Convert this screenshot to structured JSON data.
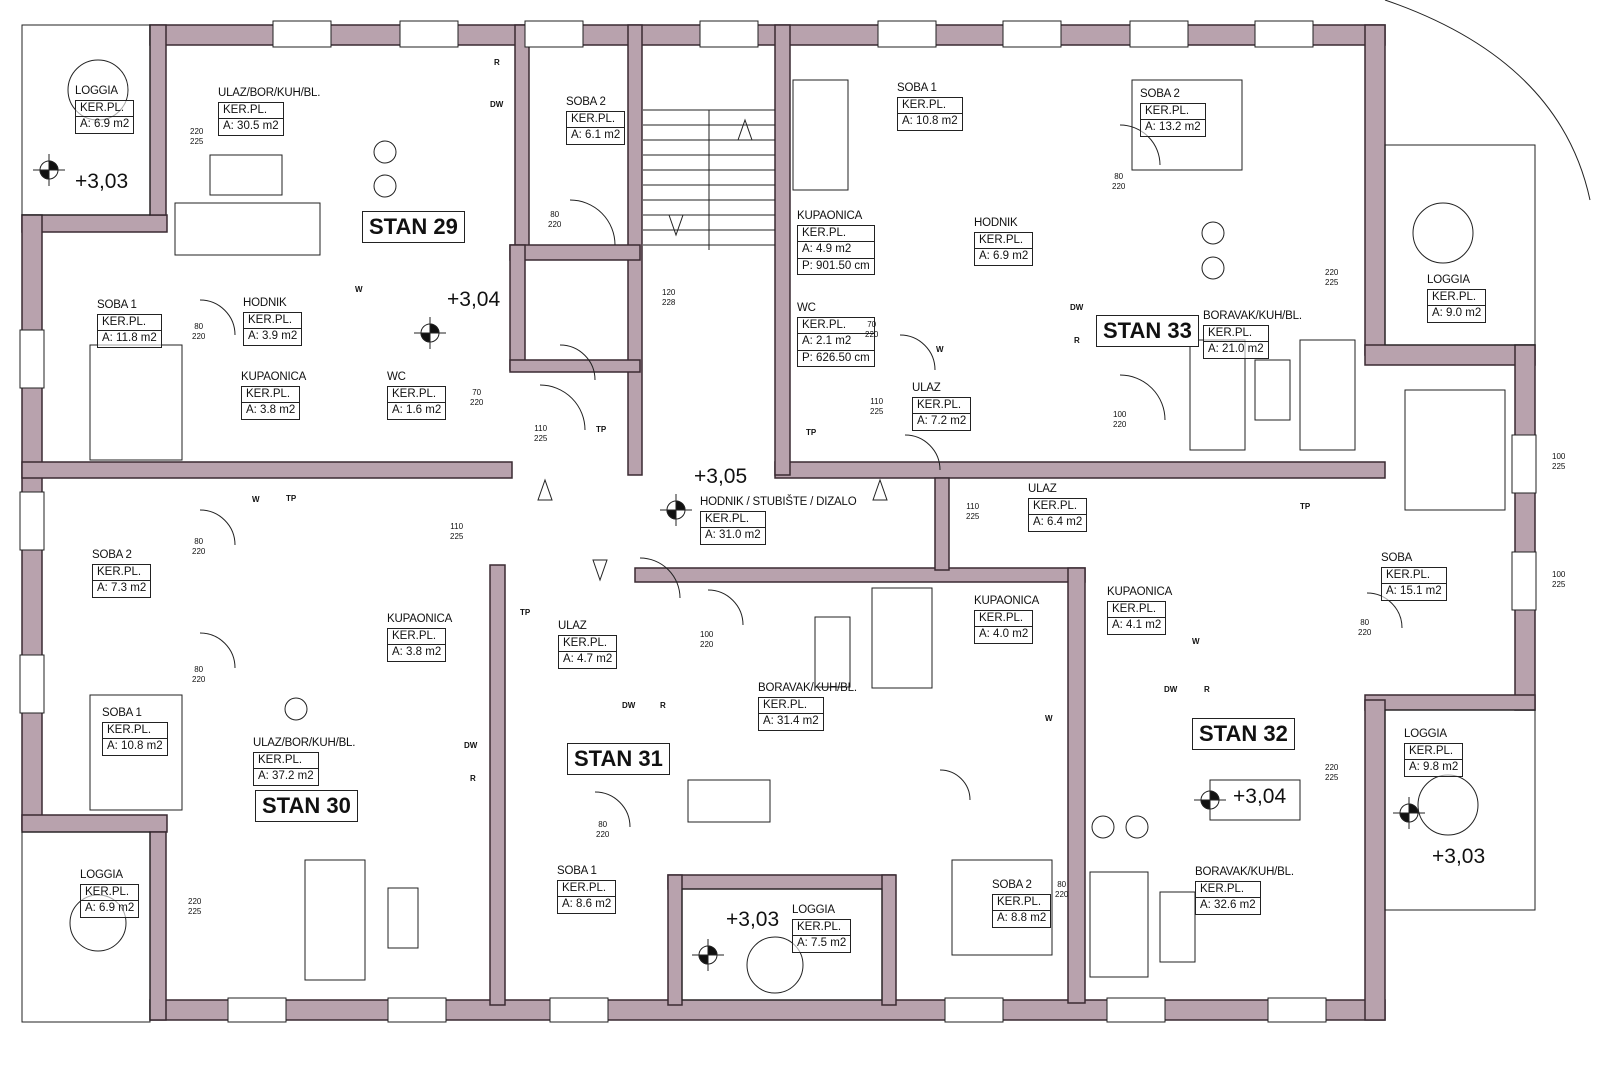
{
  "apartments": [
    {
      "id": "stan-29",
      "title": "STAN 29"
    },
    {
      "id": "stan-33",
      "title": "STAN 33"
    },
    {
      "id": "stan-30",
      "title": "STAN 30"
    },
    {
      "id": "stan-31",
      "title": "STAN 31"
    },
    {
      "id": "stan-32",
      "title": "STAN 32"
    }
  ],
  "rooms": [
    {
      "id": "r29-loggia",
      "name": "LOGGIA",
      "finish": "KER.PL.",
      "area": "A: 6.9 m2"
    },
    {
      "id": "r29-living",
      "name": "ULAZ/BOR/KUH/BL.",
      "finish": "KER.PL.",
      "area": "A: 30.5 m2"
    },
    {
      "id": "r29-soba2",
      "name": "SOBA 2",
      "finish": "KER.PL.",
      "area": "A: 6.1 m2"
    },
    {
      "id": "r29-soba1",
      "name": "SOBA 1",
      "finish": "KER.PL.",
      "area": "A: 11.8 m2"
    },
    {
      "id": "r29-hodnik",
      "name": "HODNIK",
      "finish": "KER.PL.",
      "area": "A: 3.9 m2"
    },
    {
      "id": "r29-kupaonica",
      "name": "KUPAONICA",
      "finish": "KER.PL.",
      "area": "A: 3.8 m2"
    },
    {
      "id": "r29-wc",
      "name": "WC",
      "finish": "KER.PL.",
      "area": "A: 1.6 m2"
    },
    {
      "id": "r33-soba1",
      "name": "SOBA 1",
      "finish": "KER.PL.",
      "area": "A: 10.8 m2"
    },
    {
      "id": "r33-soba2",
      "name": "SOBA 2",
      "finish": "KER.PL.",
      "area": "A: 13.2 m2"
    },
    {
      "id": "r33-kupaonica",
      "name": "KUPAONICA",
      "finish": "KER.PL.",
      "area": "A: 4.9 m2",
      "perimeter": "P: 901.50 cm"
    },
    {
      "id": "r33-hodnik",
      "name": "HODNIK",
      "finish": "KER.PL.",
      "area": "A: 6.9 m2"
    },
    {
      "id": "r33-wc",
      "name": "WC",
      "finish": "KER.PL.",
      "area": "A: 2.1 m2",
      "perimeter": "P: 626.50 cm"
    },
    {
      "id": "r33-ulaz",
      "name": "ULAZ",
      "finish": "KER.PL.",
      "area": "A: 7.2 m2"
    },
    {
      "id": "r33-boravak",
      "name": "BORAVAK/KUH/BL.",
      "finish": "KER.PL.",
      "area": "A: 21.0 m2"
    },
    {
      "id": "r33-loggia",
      "name": "LOGGIA",
      "finish": "KER.PL.",
      "area": "A: 9.0 m2"
    },
    {
      "id": "common-hall",
      "name": "HODNIK / STUBIŠTE / DIZALO",
      "finish": "KER.PL.",
      "area": "A: 31.0 m2"
    },
    {
      "id": "r30-soba2",
      "name": "SOBA 2",
      "finish": "KER.PL.",
      "area": "A: 7.3 m2"
    },
    {
      "id": "r30-soba1",
      "name": "SOBA 1",
      "finish": "KER.PL.",
      "area": "A: 10.8 m2"
    },
    {
      "id": "r30-kupaonica",
      "name": "KUPAONICA",
      "finish": "KER.PL.",
      "area": "A: 3.8 m2"
    },
    {
      "id": "r30-living",
      "name": "ULAZ/BOR/KUH/BL.",
      "finish": "KER.PL.",
      "area": "A: 37.2 m2"
    },
    {
      "id": "r30-loggia",
      "name": "LOGGIA",
      "finish": "KER.PL.",
      "area": "A: 6.9 m2"
    },
    {
      "id": "r31-ulaz",
      "name": "ULAZ",
      "finish": "KER.PL.",
      "area": "A: 4.7 m2"
    },
    {
      "id": "r31-boravak",
      "name": "BORAVAK/KUH/BL.",
      "finish": "KER.PL.",
      "area": "A: 31.4 m2"
    },
    {
      "id": "r31-kupaonica",
      "name": "KUPAONICA",
      "finish": "KER.PL.",
      "area": "A: 4.0 m2"
    },
    {
      "id": "r31-soba1",
      "name": "SOBA 1",
      "finish": "KER.PL.",
      "area": "A: 8.6 m2"
    },
    {
      "id": "r31-soba2",
      "name": "SOBA 2",
      "finish": "KER.PL.",
      "area": "A: 8.8 m2"
    },
    {
      "id": "r31-loggia",
      "name": "LOGGIA",
      "finish": "KER.PL.",
      "area": "A: 7.5 m2"
    },
    {
      "id": "r32-ulaz",
      "name": "ULAZ",
      "finish": "KER.PL.",
      "area": "A: 6.4 m2"
    },
    {
      "id": "r32-kupaonica",
      "name": "KUPAONICA",
      "finish": "KER.PL.",
      "area": "A: 4.1 m2"
    },
    {
      "id": "r32-soba",
      "name": "SOBA",
      "finish": "KER.PL.",
      "area": "A: 15.1 m2"
    },
    {
      "id": "r32-loggia",
      "name": "LOGGIA",
      "finish": "KER.PL.",
      "area": "A: 9.8 m2"
    },
    {
      "id": "r32-boravak",
      "name": "BORAVAK/KUH/BL.",
      "finish": "KER.PL.",
      "area": "A: 32.6 m2"
    }
  ],
  "levels": [
    "+3,03",
    "+3,04",
    "+3,05",
    "+3,04",
    "+3,03",
    "+3,03"
  ],
  "dimensions": [
    "220\n225",
    "80\n220",
    "80\n220",
    "70\n220",
    "120\n228",
    "110\n225",
    "80\n220",
    "70\n220",
    "100\n220",
    "110\n225",
    "80\n220",
    "80\n220",
    "110\n225",
    "110\n225",
    "100\n220",
    "80\n220",
    "220\n225",
    "220\n225",
    "80\n220",
    "100\n225",
    "100\n225",
    "220\n225",
    "80\n220"
  ],
  "appliances": [
    "R",
    "DW",
    "W",
    "DW",
    "R",
    "W",
    "TP",
    "W",
    "TP",
    "TP",
    "TP",
    "W",
    "DW",
    "R",
    "DW",
    "R",
    "W",
    "DW",
    "R",
    "TP"
  ],
  "colors": {
    "wall_fill": "#b8a2ad",
    "wall_stroke": "#3a2a32",
    "line": "#222222"
  }
}
